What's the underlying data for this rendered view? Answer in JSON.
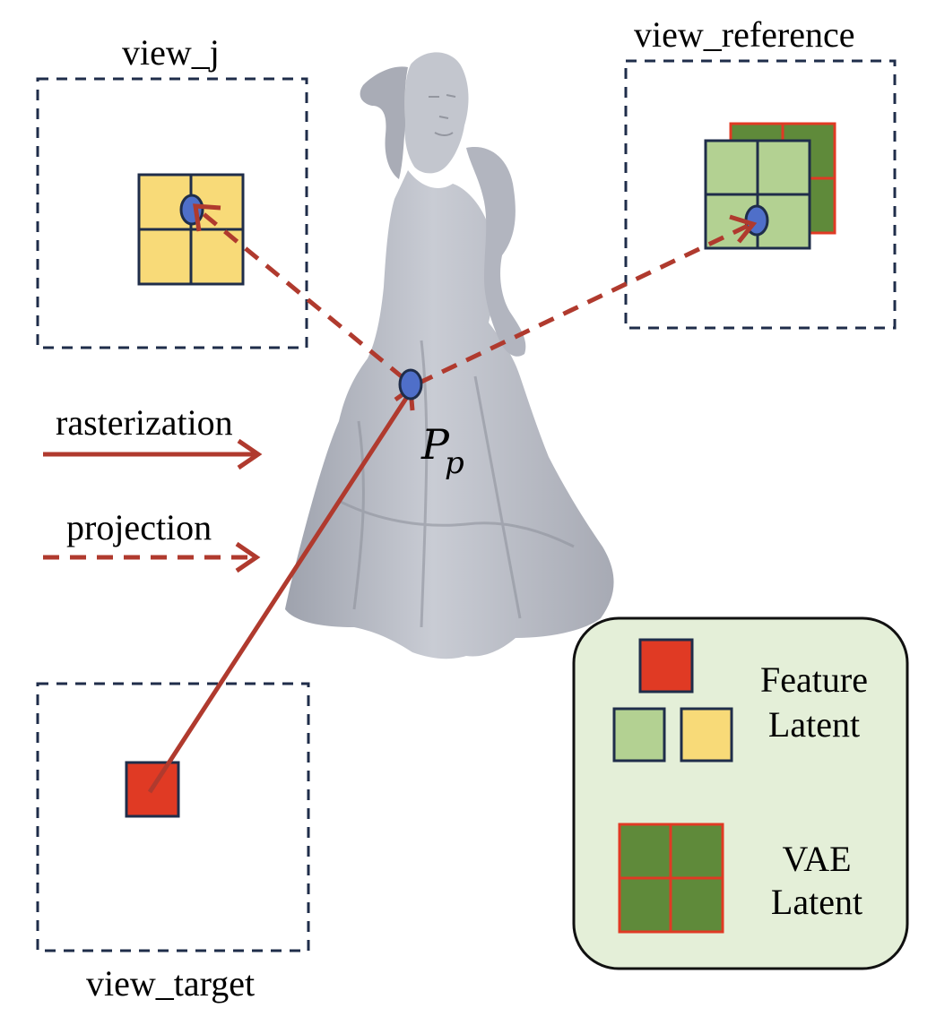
{
  "views": {
    "view_j": "view_j",
    "view_reference": "view_reference",
    "view_target": "view_target"
  },
  "legend_arrows": {
    "rasterization": "rasterization",
    "projection": "projection"
  },
  "point": {
    "symbol": "P",
    "subscript": "p"
  },
  "legend": {
    "feature_latent_line1": "Feature",
    "feature_latent_line2": "Latent",
    "vae_latent_line1": "VAE",
    "vae_latent_line2": "Latent"
  },
  "colors": {
    "frame_dash": "#1f2d4a",
    "arrow_red": "#b03a2e",
    "feature_red": "#e03a24",
    "latent_green_light": "#b3d192",
    "latent_yellow": "#f8da78",
    "vae_green": "#5f8a3a",
    "point_blue": "#4f6fc9",
    "legend_bg": "#e4efd8",
    "statue_gray": "#b9bcc6"
  },
  "figure_object": "statue-of-woman-in-gown"
}
